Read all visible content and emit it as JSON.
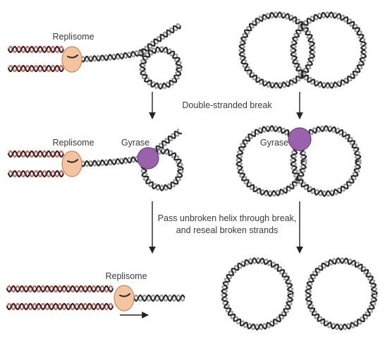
{
  "labels": {
    "replisome_1": "Replisome",
    "replisome_2": "Replisome",
    "replisome_3": "Replisome",
    "gyrase_1": "Gyrase",
    "gyrase_2": "Gyrase",
    "step1": "Double-stranded break",
    "step2_line1": "Pass unbroken helix through break,",
    "step2_line2": "and reseal broken strands"
  },
  "colors": {
    "replisome_fill": "#f2c4a0",
    "replisome_stroke": "#c98a5c",
    "gyrase_fill": "#9a62ad",
    "gyrase_stroke": "#6f3f84",
    "template_strand": "#2b2b2b",
    "new_strand": "#e06055"
  }
}
